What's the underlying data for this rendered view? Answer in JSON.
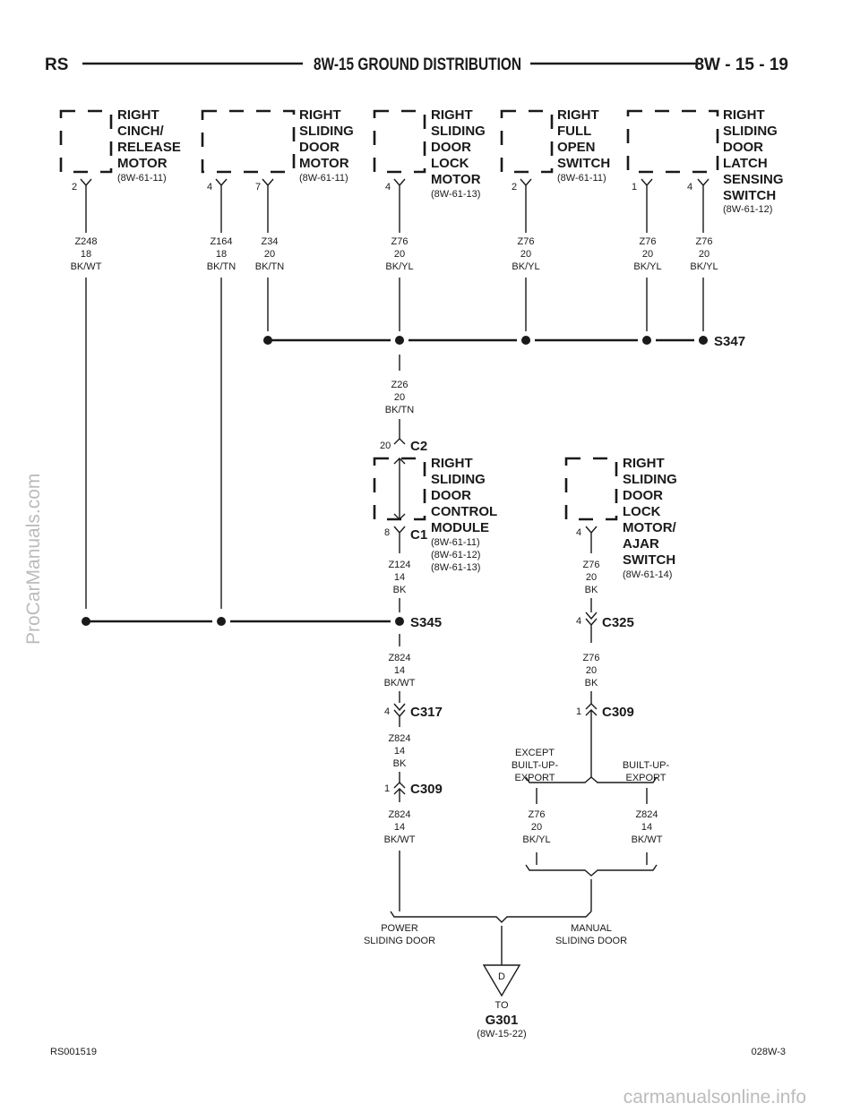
{
  "header": {
    "left": "RS",
    "title": "8W-15 GROUND DISTRIBUTION",
    "right": "8W - 15 - 19"
  },
  "footer": {
    "left": "RS001519",
    "right": "028W-3"
  },
  "watermark": {
    "side": "ProCarManuals.com",
    "bottom": "carmanualsonline.info"
  },
  "components": {
    "cinch": {
      "lines": [
        "RIGHT",
        "CINCH/",
        "RELEASE",
        "MOTOR"
      ],
      "ref": "(8W-61-11)"
    },
    "motor": {
      "lines": [
        "RIGHT",
        "SLIDING",
        "DOOR",
        "MOTOR"
      ],
      "ref": "(8W-61-11)"
    },
    "lock": {
      "lines": [
        "RIGHT",
        "SLIDING",
        "DOOR",
        "LOCK",
        "MOTOR"
      ],
      "ref": "(8W-61-13)"
    },
    "fullopen": {
      "lines": [
        "RIGHT",
        "FULL",
        "OPEN",
        "SWITCH"
      ],
      "ref": "(8W-61-11)"
    },
    "latch": {
      "lines": [
        "RIGHT",
        "SLIDING",
        "DOOR",
        "LATCH",
        "SENSING",
        "SWITCH"
      ],
      "ref": "(8W-61-12)"
    },
    "module": {
      "lines": [
        "RIGHT",
        "SLIDING",
        "DOOR",
        "CONTROL",
        "MODULE"
      ],
      "refs": [
        "(8W-61-11)",
        "(8W-61-12)",
        "(8W-61-13)"
      ]
    },
    "ajar": {
      "lines": [
        "RIGHT",
        "SLIDING",
        "DOOR",
        "LOCK",
        "MOTOR/",
        "AJAR",
        "SWITCH"
      ],
      "ref": "(8W-61-14)"
    }
  },
  "pins": {
    "cinch": "2",
    "motor_a": "4",
    "motor_b": "7",
    "lock": "4",
    "fullopen": "2",
    "latch_a": "1",
    "latch_b": "4",
    "module_c2": "20",
    "module_c1": "8",
    "ajar": "4",
    "c325": "4",
    "c317": "4",
    "c309_left": "1",
    "c309_right": "1"
  },
  "wires": {
    "z248": [
      "Z248",
      "18",
      "BK/WT"
    ],
    "z164": [
      "Z164",
      "18",
      "BK/TN"
    ],
    "z34": [
      "Z34",
      "20",
      "BK/TN"
    ],
    "z76_lock": [
      "Z76",
      "20",
      "BK/YL"
    ],
    "z76_full": [
      "Z76",
      "20",
      "BK/YL"
    ],
    "z76_latch1": [
      "Z76",
      "20",
      "BK/YL"
    ],
    "z76_latch4": [
      "Z76",
      "20",
      "BK/YL"
    ],
    "z26": [
      "Z26",
      "20",
      "BK/TN"
    ],
    "z124": [
      "Z124",
      "14",
      "BK"
    ],
    "z76_ajar": [
      "Z76",
      "20",
      "BK"
    ],
    "z76_c325": [
      "Z76",
      "20",
      "BK"
    ],
    "z824_a": [
      "Z824",
      "14",
      "BK/WT"
    ],
    "z824_b": [
      "Z824",
      "14",
      "BK"
    ],
    "z824_c": [
      "Z824",
      "14",
      "BK/WT"
    ],
    "z76_except": [
      "Z76",
      "20",
      "BK/YL"
    ],
    "z824_builtup": [
      "Z824",
      "14",
      "BK/WT"
    ]
  },
  "splices": {
    "s347": "S347",
    "s345": "S345"
  },
  "connectors": {
    "c2": "C2",
    "c1": "C1",
    "c325": "C325",
    "c317": "C317",
    "c309a": "C309",
    "c309b": "C309"
  },
  "options": {
    "except": [
      "EXCEPT",
      "BUILT-UP-",
      "EXPORT"
    ],
    "builtup": [
      "BUILT-UP-",
      "EXPORT"
    ],
    "power": [
      "POWER",
      "SLIDING DOOR"
    ],
    "manual": [
      "MANUAL",
      "SLIDING DOOR"
    ]
  },
  "ground": {
    "letter": "D",
    "to": "TO",
    "name": "G301",
    "ref": "(8W-15-22)"
  }
}
